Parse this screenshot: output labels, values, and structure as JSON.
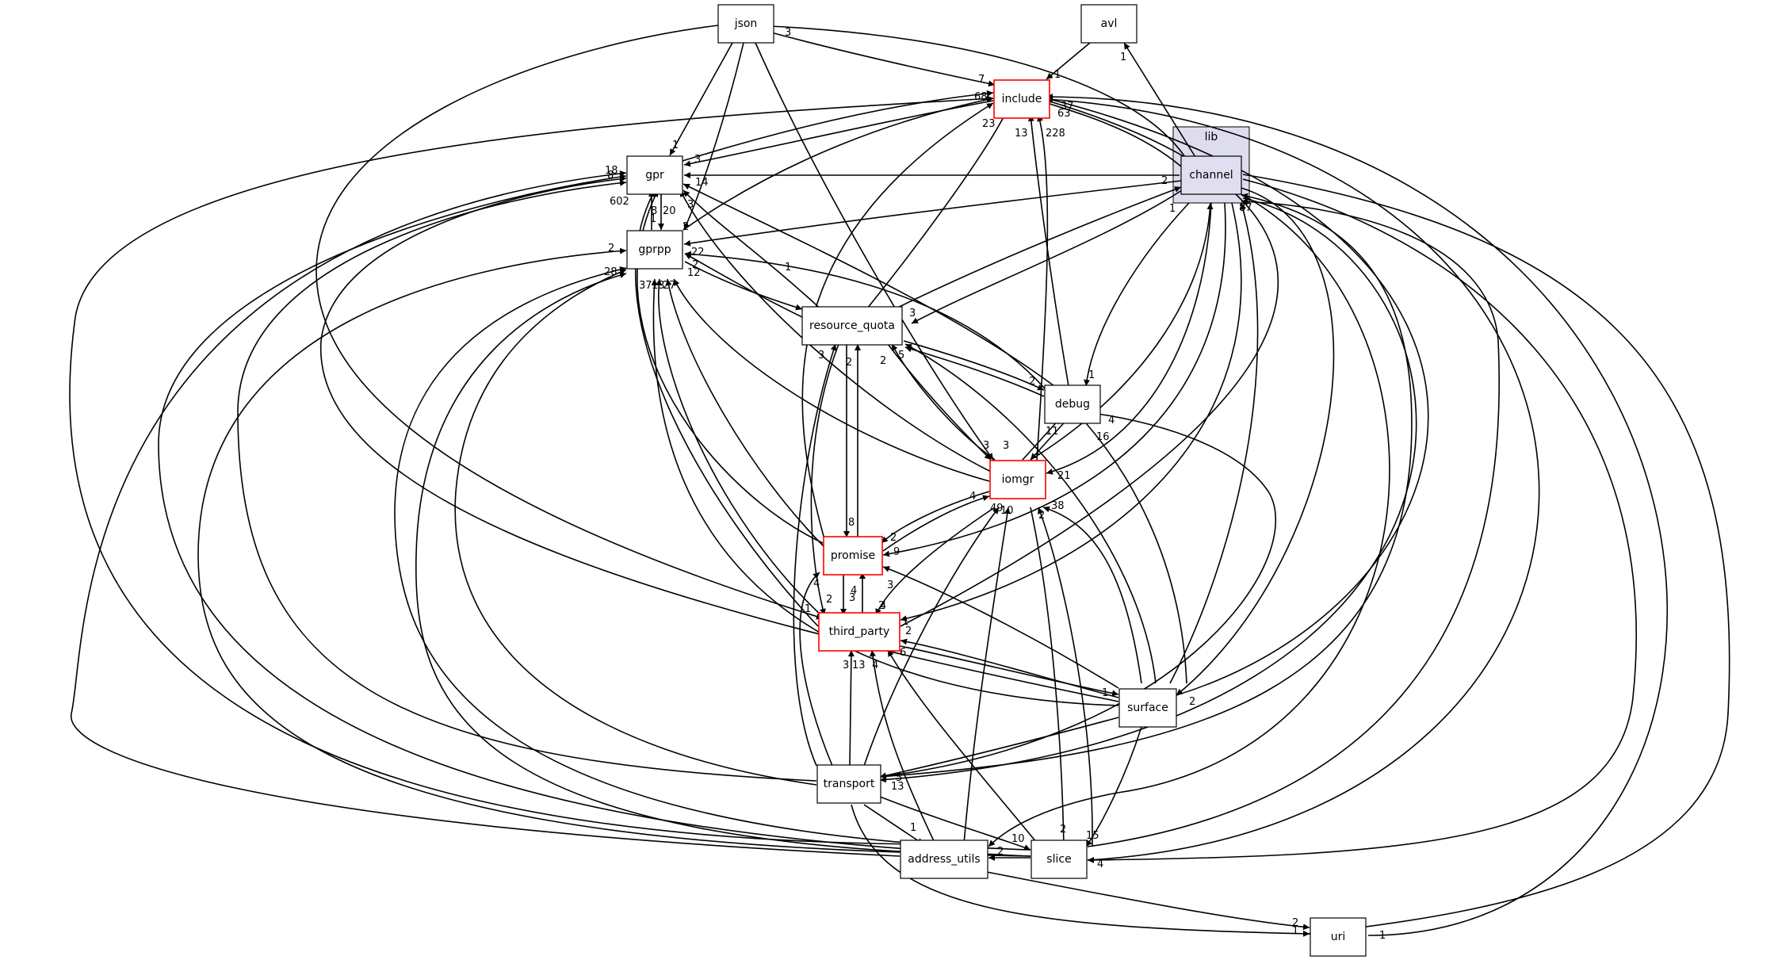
{
  "cluster": {
    "label": "lib"
  },
  "nodes": {
    "json": {
      "label": "json"
    },
    "avl": {
      "label": "avl"
    },
    "include": {
      "label": "include"
    },
    "gpr": {
      "label": "gpr"
    },
    "gprpp": {
      "label": "gprpp"
    },
    "channel": {
      "label": "channel"
    },
    "resource_quota": {
      "label": "resource_quota"
    },
    "debug": {
      "label": "debug"
    },
    "iomgr": {
      "label": "iomgr"
    },
    "promise": {
      "label": "promise"
    },
    "third_party": {
      "label": "third_party"
    },
    "surface": {
      "label": "surface"
    },
    "transport": {
      "label": "transport"
    },
    "address_utils": {
      "label": "address_utils"
    },
    "slice": {
      "label": "slice"
    },
    "uri": {
      "label": "uri"
    }
  },
  "edge_labels": {
    "json_include": "3",
    "include_in_json": "7",
    "avl_include": "1",
    "channel_avl": "1",
    "gpr_from_json": "1",
    "include_misc_a": "68",
    "include_misc_b": "23",
    "include_misc_c": "13",
    "include_misc_d": "228",
    "include_misc_e": "63",
    "include_misc_f": "37",
    "gpr_a": "18",
    "gpr_b": "8",
    "gpr_c": "3",
    "gpr_d": "14",
    "gpr_e": "602",
    "gpr_f": "8",
    "gpr_g": "20",
    "gpr_h": "1",
    "gpr_i": "2",
    "gpr_j": "3",
    "gprpp_a": "2",
    "gprpp_b": "22",
    "gprpp_c": "2",
    "gprpp_d": "12",
    "gprpp_e": "28",
    "gprpp_f": "37",
    "gprpp_g": "13",
    "gprpp_h": "27",
    "channel_a": "2",
    "channel_b": "1",
    "channel_c": "87",
    "rq_a": "1",
    "rq_b": "3",
    "rq_c": "3",
    "rq_d": "2",
    "rq_e": "2",
    "rq_f": "5",
    "debug_a": "1",
    "debug_b": "2",
    "debug_c": "11",
    "debug_d": "16",
    "debug_e": "4",
    "iomgr_a": "3",
    "iomgr_b": "3",
    "iomgr_c": "1",
    "iomgr_d": "21",
    "iomgr_e": "4",
    "iomgr_f": "49",
    "iomgr_g": "10",
    "iomgr_h": "2",
    "iomgr_i": "38",
    "promise_a": "8",
    "promise_b": "2",
    "promise_c": "9",
    "promise_d": "3",
    "promise_e": "4",
    "tp_a": "4",
    "tp_b": "1",
    "tp_c": "2",
    "tp_d": "3",
    "tp_e": "4",
    "tp_f": "2",
    "tp_g": "1",
    "tp_h": "2",
    "tp_i": "6",
    "tp_j": "3",
    "tp_k": "13",
    "tp_l": "4",
    "surface_a": "1",
    "surface_b": "2",
    "transport_a": "5",
    "transport_b": "13",
    "au_a": "1",
    "au_b": "2",
    "slice_a": "10",
    "slice_b": "2",
    "slice_c": "15",
    "slice_d": "4",
    "uri_a": "2",
    "uri_b": "1",
    "uri_c": "1"
  },
  "colors": {
    "red_border": "#ff0000",
    "cluster_fill": "#ddddee",
    "channel_fill": "#dfdfef",
    "line": "#000000"
  }
}
